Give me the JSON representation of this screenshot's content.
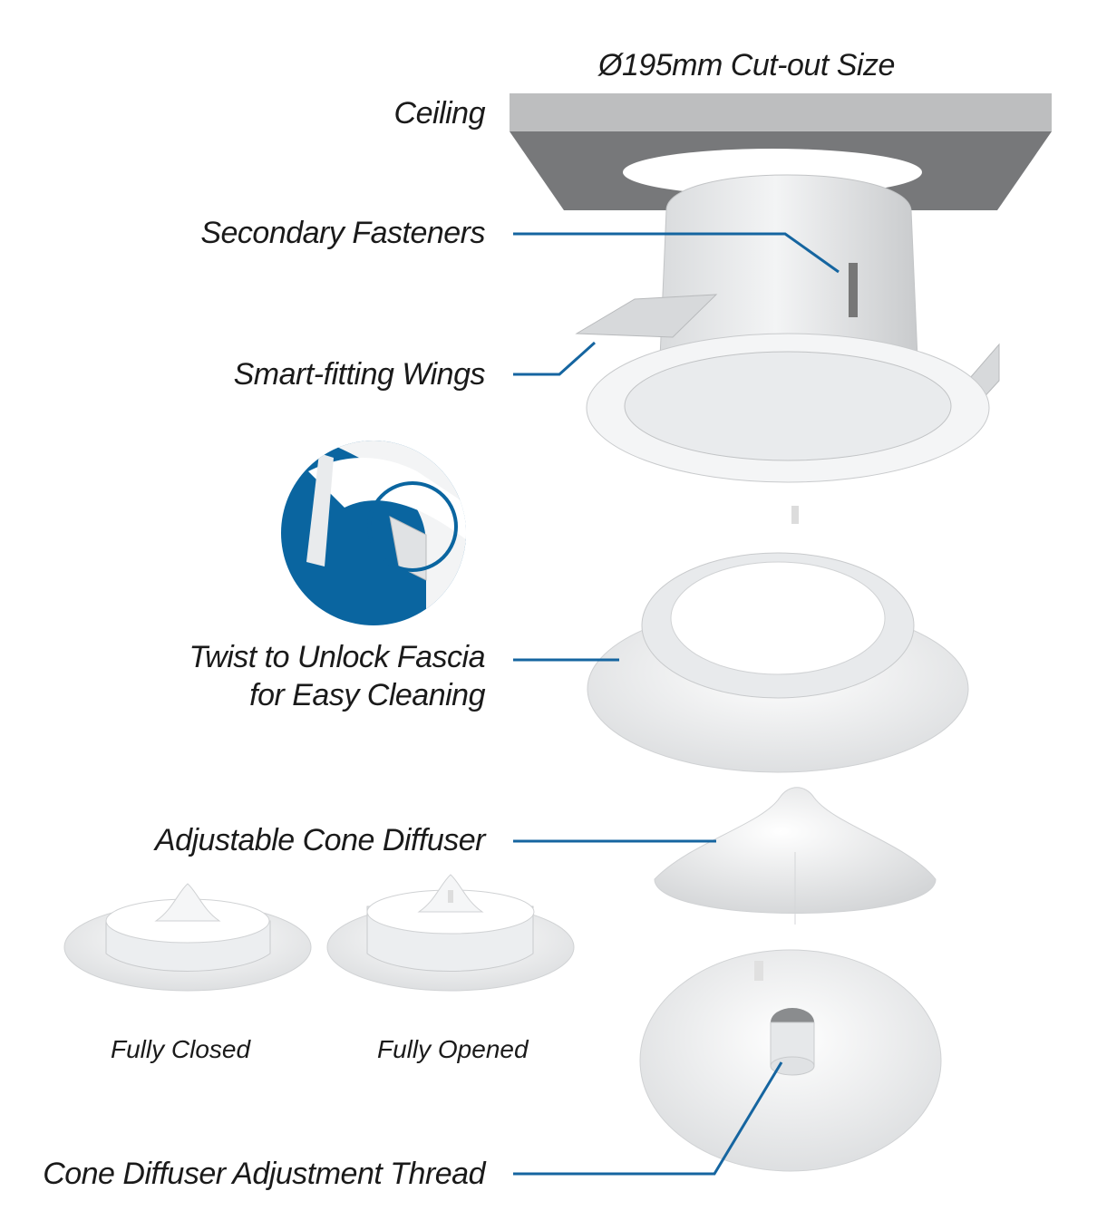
{
  "labels": {
    "cutout": "Ø195mm Cut-out Size",
    "ceiling": "Ceiling",
    "secondary_fasteners": "Secondary Fasteners",
    "smart_wings": "Smart-fitting Wings",
    "twist_line1": "Twist to Unlock Fascia",
    "twist_line2": "for Easy Cleaning",
    "cone_diffuser": "Adjustable Cone Diffuser",
    "adjustment_thread": "Cone Diffuser Adjustment Thread",
    "fully_closed": "Fully Closed",
    "fully_opened": "Fully Opened"
  },
  "colors": {
    "leader": "#1565a0",
    "ceiling_top": "#bdbebf",
    "ceiling_side": "#77787a",
    "accent_blue": "#0a65a0"
  }
}
